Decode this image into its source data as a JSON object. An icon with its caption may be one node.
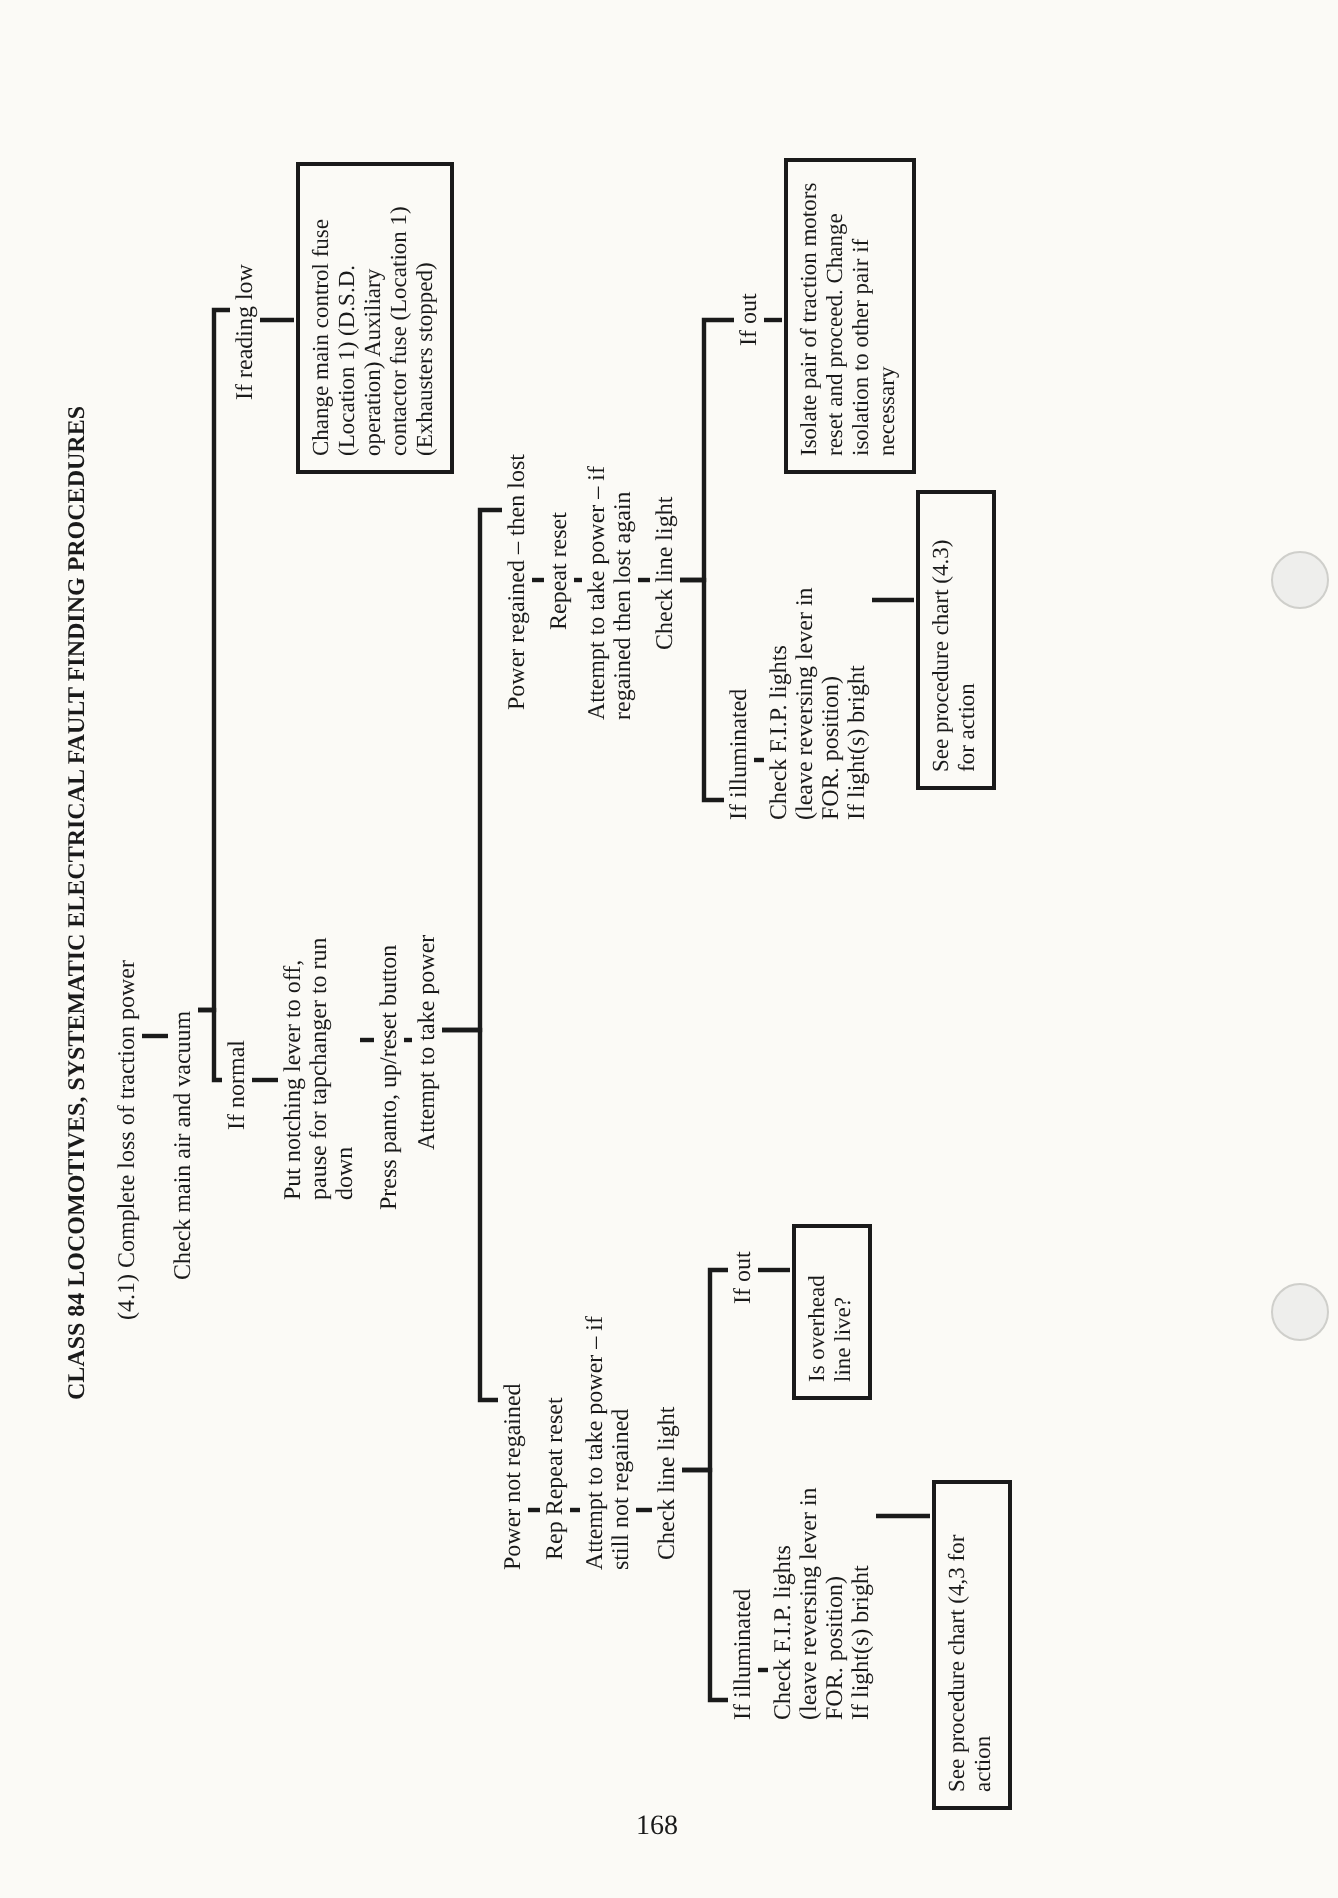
{
  "diagram": {
    "title": "CLASS 84 LOCOMOTIVES, SYSTEMATIC ELECTRICAL FAULT FINDING PROCEDURES",
    "nodes": [
      {
        "text": [
          "(4.1) Complete loss of traction power"
        ]
      },
      {
        "text": [
          "Check main air and vacuum"
        ]
      },
      {
        "text": [
          "If normal"
        ]
      },
      {
        "text": [
          "Put notching lever to off, pause for tapchanger to run down"
        ]
      },
      {
        "text": [
          "Press panto, up/reset button"
        ]
      },
      {
        "text": [
          "Attempt to take power"
        ]
      },
      {
        "text": [
          "If reading low"
        ]
      },
      {
        "text": [
          "Change main control fuse (Location 1) (D.S.D. operation) Auxiliary contactor fuse (Location 1) (Exhausters stopped)"
        ]
      },
      {
        "text": [
          "Power not regained"
        ]
      },
      {
        "text": [
          "Rep Repeat reset"
        ]
      },
      {
        "text": [
          "Attempt to take power – if still not regained"
        ]
      },
      {
        "text": [
          "Check line light"
        ]
      },
      {
        "text": [
          "If illuminated"
        ]
      },
      {
        "text": [
          "Check F.I.P. lights (leave reversing lever in FOR. position)",
          "If light(s) bright"
        ]
      },
      {
        "text": [
          "See procedure chart (4,3 for action"
        ]
      },
      {
        "text": [
          "If out"
        ]
      },
      {
        "text": [
          "Is overhead line live?"
        ]
      },
      {
        "text": [
          "Power regained – then lost"
        ]
      },
      {
        "text": [
          "Repeat reset"
        ]
      },
      {
        "text": [
          "Attempt to take power – if regained then lost again"
        ]
      },
      {
        "text": [
          "Check line light"
        ]
      },
      {
        "text": [
          "If illuminated"
        ]
      },
      {
        "text": [
          "Check F.I.P. lights (leave reversing lever in FOR. position)",
          "If light(s) bright"
        ]
      },
      {
        "text": [
          "See procedure chart (4.3) for action"
        ]
      },
      {
        "text": [
          "If out"
        ]
      },
      {
        "text": [
          "Isolate pair of traction motors reset and proceed. Change isolation to other pair if necessary"
        ]
      }
    ],
    "edges": [
      {
        "from": 0,
        "to": 1,
        "arrow": "none"
      },
      {
        "from": 1,
        "to": 2,
        "arrow": "none"
      },
      {
        "from": 1,
        "to": 6,
        "arrow": "none"
      },
      {
        "from": 2,
        "to": 3,
        "arrow": "none"
      },
      {
        "from": 3,
        "to": 4,
        "arrow": "none"
      },
      {
        "from": 4,
        "to": 5,
        "arrow": "none"
      },
      {
        "from": 6,
        "to": 7,
        "arrow": "none"
      },
      {
        "from": 5,
        "to": 8,
        "arrow": "none"
      },
      {
        "from": 5,
        "to": 17,
        "arrow": "none"
      },
      {
        "from": 8,
        "to": 9,
        "arrow": "none"
      },
      {
        "from": 9,
        "to": 10,
        "arrow": "none"
      },
      {
        "from": 10,
        "to": 11,
        "arrow": "none"
      },
      {
        "from": 11,
        "to": 12,
        "arrow": "none"
      },
      {
        "from": 11,
        "to": 15,
        "arrow": "none"
      },
      {
        "from": 12,
        "to": 13,
        "arrow": "none"
      },
      {
        "from": 13,
        "to": 14,
        "arrow": "none"
      },
      {
        "from": 15,
        "to": 16,
        "arrow": "none"
      },
      {
        "from": 17,
        "to": 18,
        "arrow": "none"
      },
      {
        "from": 18,
        "to": 19,
        "arrow": "none"
      },
      {
        "from": 19,
        "to": 20,
        "arrow": "none"
      },
      {
        "from": 20,
        "to": 21,
        "arrow": "none"
      },
      {
        "from": 20,
        "to": 24,
        "arrow": "none"
      },
      {
        "from": 21,
        "to": 22,
        "arrow": "none"
      },
      {
        "from": 22,
        "to": 23,
        "arrow": "none"
      },
      {
        "from": 24,
        "to": 25,
        "arrow": "none"
      }
    ],
    "labels": [
      "168"
    ]
  }
}
